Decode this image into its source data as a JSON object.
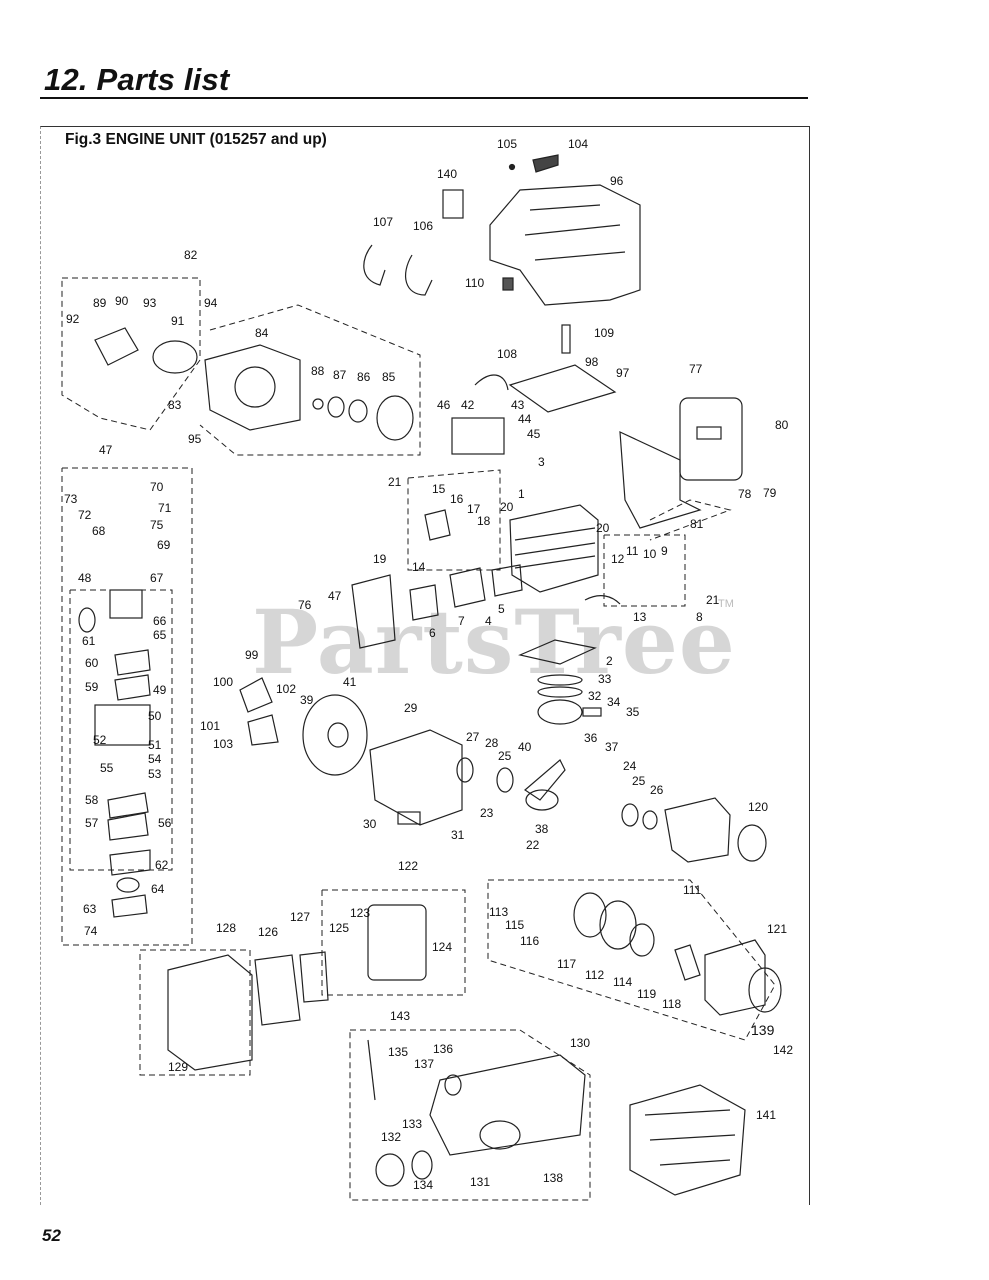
{
  "page": {
    "section_title": "12. Parts list",
    "figure_caption": "Fig.3 ENGINE UNIT  (015257 and up)",
    "page_number": "52",
    "watermark": "PartsTree",
    "trademark": "TM"
  },
  "callouts": [
    {
      "id": "c105",
      "text": "105"
    },
    {
      "id": "c104",
      "text": "104"
    },
    {
      "id": "c140",
      "text": "140"
    },
    {
      "id": "c96",
      "text": "96"
    },
    {
      "id": "c107",
      "text": "107"
    },
    {
      "id": "c106",
      "text": "106"
    },
    {
      "id": "c82",
      "text": "82"
    },
    {
      "id": "c110",
      "text": "110"
    },
    {
      "id": "c89",
      "text": "89"
    },
    {
      "id": "c90",
      "text": "90"
    },
    {
      "id": "c93",
      "text": "93"
    },
    {
      "id": "c94",
      "text": "94"
    },
    {
      "id": "c92",
      "text": "92"
    },
    {
      "id": "c91",
      "text": "91"
    },
    {
      "id": "c84",
      "text": "84"
    },
    {
      "id": "c109",
      "text": "109"
    },
    {
      "id": "c108",
      "text": "108"
    },
    {
      "id": "c98",
      "text": "98"
    },
    {
      "id": "c88",
      "text": "88"
    },
    {
      "id": "c87",
      "text": "87"
    },
    {
      "id": "c86",
      "text": "86"
    },
    {
      "id": "c85",
      "text": "85"
    },
    {
      "id": "c97",
      "text": "97"
    },
    {
      "id": "c77",
      "text": "77"
    },
    {
      "id": "c83",
      "text": "83"
    },
    {
      "id": "c46",
      "text": "46"
    },
    {
      "id": "c42",
      "text": "42"
    },
    {
      "id": "c43",
      "text": "43"
    },
    {
      "id": "c44",
      "text": "44"
    },
    {
      "id": "c45",
      "text": "45"
    },
    {
      "id": "c80",
      "text": "80"
    },
    {
      "id": "c95",
      "text": "95"
    },
    {
      "id": "c47a",
      "text": "47"
    },
    {
      "id": "c3",
      "text": "3"
    },
    {
      "id": "c70",
      "text": "70"
    },
    {
      "id": "c21a",
      "text": "21"
    },
    {
      "id": "c73",
      "text": "73"
    },
    {
      "id": "c71",
      "text": "71"
    },
    {
      "id": "c72",
      "text": "72"
    },
    {
      "id": "c15",
      "text": "15"
    },
    {
      "id": "c16",
      "text": "16"
    },
    {
      "id": "c1",
      "text": "1"
    },
    {
      "id": "c78",
      "text": "78"
    },
    {
      "id": "c79",
      "text": "79"
    },
    {
      "id": "c68",
      "text": "68"
    },
    {
      "id": "c75",
      "text": "75"
    },
    {
      "id": "c17",
      "text": "17"
    },
    {
      "id": "c18",
      "text": "18"
    },
    {
      "id": "c20a",
      "text": "20"
    },
    {
      "id": "c81",
      "text": "81"
    },
    {
      "id": "c69",
      "text": "69"
    },
    {
      "id": "c20b",
      "text": "20"
    },
    {
      "id": "c11",
      "text": "11"
    },
    {
      "id": "c9",
      "text": "9"
    },
    {
      "id": "c12",
      "text": "12"
    },
    {
      "id": "c10",
      "text": "10"
    },
    {
      "id": "c19",
      "text": "19"
    },
    {
      "id": "c14",
      "text": "14"
    },
    {
      "id": "c67",
      "text": "67"
    },
    {
      "id": "c48",
      "text": "48"
    },
    {
      "id": "c47b",
      "text": "47"
    },
    {
      "id": "c76",
      "text": "76"
    },
    {
      "id": "c21b",
      "text": "21"
    },
    {
      "id": "c5",
      "text": "5"
    },
    {
      "id": "c13",
      "text": "13"
    },
    {
      "id": "c8",
      "text": "8"
    },
    {
      "id": "c66",
      "text": "66"
    },
    {
      "id": "c65",
      "text": "65"
    },
    {
      "id": "c7",
      "text": "7"
    },
    {
      "id": "c4",
      "text": "4"
    },
    {
      "id": "c6",
      "text": "6"
    },
    {
      "id": "c61",
      "text": "61"
    },
    {
      "id": "c99",
      "text": "99"
    },
    {
      "id": "c2",
      "text": "2"
    },
    {
      "id": "c60",
      "text": "60"
    },
    {
      "id": "c33",
      "text": "33"
    },
    {
      "id": "c41",
      "text": "41"
    },
    {
      "id": "c59",
      "text": "59"
    },
    {
      "id": "c49",
      "text": "49"
    },
    {
      "id": "c100",
      "text": "100"
    },
    {
      "id": "c102",
      "text": "102"
    },
    {
      "id": "c32",
      "text": "32"
    },
    {
      "id": "c34",
      "text": "34"
    },
    {
      "id": "c39",
      "text": "39"
    },
    {
      "id": "c35",
      "text": "35"
    },
    {
      "id": "c50",
      "text": "50"
    },
    {
      "id": "c29",
      "text": "29"
    },
    {
      "id": "c101",
      "text": "101"
    },
    {
      "id": "c27",
      "text": "27"
    },
    {
      "id": "c28",
      "text": "28"
    },
    {
      "id": "c36",
      "text": "36"
    },
    {
      "id": "c52",
      "text": "52"
    },
    {
      "id": "c51",
      "text": "51"
    },
    {
      "id": "c103",
      "text": "103"
    },
    {
      "id": "c40",
      "text": "40"
    },
    {
      "id": "c37",
      "text": "37"
    },
    {
      "id": "c25a",
      "text": "25"
    },
    {
      "id": "c54",
      "text": "54"
    },
    {
      "id": "c55",
      "text": "55"
    },
    {
      "id": "c53",
      "text": "53"
    },
    {
      "id": "c24",
      "text": "24"
    },
    {
      "id": "c25b",
      "text": "25"
    },
    {
      "id": "c26",
      "text": "26"
    },
    {
      "id": "c58",
      "text": "58"
    },
    {
      "id": "c23",
      "text": "23"
    },
    {
      "id": "c120",
      "text": "120"
    },
    {
      "id": "c56",
      "text": "56"
    },
    {
      "id": "c57",
      "text": "57"
    },
    {
      "id": "c30",
      "text": "30"
    },
    {
      "id": "c31",
      "text": "31"
    },
    {
      "id": "c38",
      "text": "38"
    },
    {
      "id": "c22",
      "text": "22"
    },
    {
      "id": "c62",
      "text": "62"
    },
    {
      "id": "c122",
      "text": "122"
    },
    {
      "id": "c64",
      "text": "64"
    },
    {
      "id": "c111",
      "text": "111"
    },
    {
      "id": "c113",
      "text": "113"
    },
    {
      "id": "c63",
      "text": "63"
    },
    {
      "id": "c123",
      "text": "123"
    },
    {
      "id": "c115",
      "text": "115"
    },
    {
      "id": "c127",
      "text": "127"
    },
    {
      "id": "c128",
      "text": "128"
    },
    {
      "id": "c126",
      "text": "126"
    },
    {
      "id": "c125",
      "text": "125"
    },
    {
      "id": "c74",
      "text": "74"
    },
    {
      "id": "c116",
      "text": "116"
    },
    {
      "id": "c124",
      "text": "124"
    },
    {
      "id": "c121",
      "text": "121"
    },
    {
      "id": "c117",
      "text": "117"
    },
    {
      "id": "c112",
      "text": "112"
    },
    {
      "id": "c114",
      "text": "114"
    },
    {
      "id": "c119",
      "text": "119"
    },
    {
      "id": "c118",
      "text": "118"
    },
    {
      "id": "c143",
      "text": "143"
    },
    {
      "id": "c139",
      "text": "139"
    },
    {
      "id": "c142",
      "text": "142"
    },
    {
      "id": "c129",
      "text": "129"
    },
    {
      "id": "c130",
      "text": "130"
    },
    {
      "id": "c135",
      "text": "135"
    },
    {
      "id": "c136",
      "text": "136"
    },
    {
      "id": "c137",
      "text": "137"
    },
    {
      "id": "c141",
      "text": "141"
    },
    {
      "id": "c133",
      "text": "133"
    },
    {
      "id": "c132",
      "text": "132"
    },
    {
      "id": "c131",
      "text": "131"
    },
    {
      "id": "c134",
      "text": "134"
    },
    {
      "id": "c138",
      "text": "138"
    }
  ]
}
